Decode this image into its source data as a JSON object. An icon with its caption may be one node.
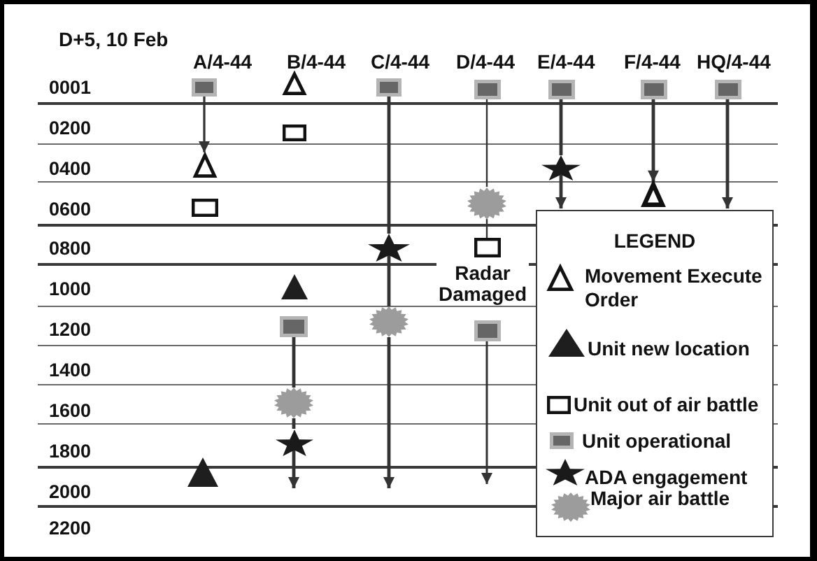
{
  "diagram": {
    "title": "D+5, 10 Feb",
    "nodes": [
      {
        "text": [],
        "shape": "box"
      },
      {
        "text": [],
        "shape": "triangle"
      },
      {
        "text": [],
        "shape": "box"
      },
      {
        "text": [],
        "shape": "box"
      },
      {
        "text": [],
        "shape": "box"
      },
      {
        "text": [],
        "shape": "box"
      },
      {
        "text": [],
        "shape": "box"
      },
      {
        "text": [],
        "shape": "box"
      },
      {
        "text": [],
        "shape": "triangle"
      },
      {
        "text": [],
        "shape": "star"
      },
      {
        "text": [],
        "shape": "box"
      },
      {
        "text": [],
        "shape": "burst"
      },
      {
        "text": [],
        "shape": "triangle"
      },
      {
        "text": [],
        "shape": "star"
      },
      {
        "text": [],
        "shape": "box",
        "beside": [
          "Radar Damaged"
        ]
      },
      {
        "text": [],
        "shape": "triangle"
      },
      {
        "text": [],
        "shape": "box"
      },
      {
        "text": [],
        "shape": "burst"
      },
      {
        "text": [],
        "shape": "box"
      },
      {
        "text": [],
        "shape": "burst"
      },
      {
        "text": [],
        "shape": "star"
      },
      {
        "text": [],
        "shape": "triangle"
      }
    ],
    "edges": [
      {
        "from": 0,
        "to": 8,
        "arrow": "to"
      },
      {
        "from": 2,
        "to": 13,
        "arrow": "none"
      },
      {
        "from": 13,
        "to": 17,
        "arrow": "none"
      },
      {
        "from": 17,
        "to": null,
        "arrow": "to"
      },
      {
        "from": 3,
        "to": 11,
        "arrow": "none"
      },
      {
        "from": 11,
        "to": 14,
        "arrow": "none"
      },
      {
        "from": 4,
        "to": 9,
        "arrow": "none"
      },
      {
        "from": 9,
        "to": null,
        "arrow": "to"
      },
      {
        "from": 5,
        "to": 12,
        "arrow": "to"
      },
      {
        "from": 6,
        "to": null,
        "arrow": "to"
      },
      {
        "from": 16,
        "to": 19,
        "arrow": "none"
      },
      {
        "from": 19,
        "to": 20,
        "arrow": "none"
      },
      {
        "from": 20,
        "to": null,
        "arrow": "to"
      },
      {
        "from": 18,
        "to": null,
        "arrow": "to"
      }
    ],
    "labels": [
      "A/4-44",
      "B/4-44",
      "C/4-44",
      "D/4-44",
      "E/4-44",
      "F/4-44",
      "HQ/4-44",
      "0001",
      "0200",
      "0400",
      "0600",
      "0800",
      "1000",
      "1200",
      "1400",
      "1600",
      "1800",
      "2000",
      "2200",
      "LEGEND"
    ],
    "legend": [
      {
        "text": "Movement Execute Order"
      },
      {
        "text": "Unit new location"
      },
      {
        "text": "Unit out of air battle"
      },
      {
        "text": "Unit operational"
      },
      {
        "text": "ADA engagement"
      },
      {
        "text": "Major air battle"
      }
    ]
  }
}
